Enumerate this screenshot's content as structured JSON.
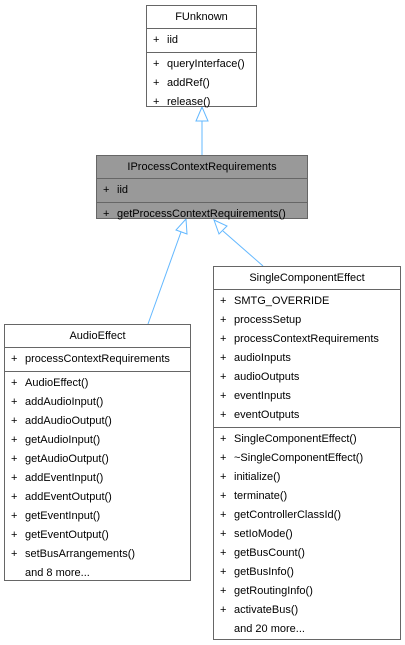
{
  "classes": {
    "funknown": {
      "name": "FUnknown",
      "attributes": [
        {
          "vis": "+",
          "name": "iid"
        }
      ],
      "methods": [
        {
          "vis": "+",
          "name": "queryInterface()"
        },
        {
          "vis": "+",
          "name": "addRef()"
        },
        {
          "vis": "+",
          "name": "release()"
        }
      ]
    },
    "iprocess": {
      "name": "IProcessContextRequirements",
      "attributes": [
        {
          "vis": "+",
          "name": "iid"
        }
      ],
      "methods": [
        {
          "vis": "+",
          "name": "getProcessContextRequirements()"
        }
      ]
    },
    "audioeffect": {
      "name": "AudioEffect",
      "attributes": [
        {
          "vis": "+",
          "name": "processContextRequirements"
        }
      ],
      "methods": [
        {
          "vis": "+",
          "name": "AudioEffect()"
        },
        {
          "vis": "+",
          "name": "addAudioInput()"
        },
        {
          "vis": "+",
          "name": "addAudioOutput()"
        },
        {
          "vis": "+",
          "name": "getAudioInput()"
        },
        {
          "vis": "+",
          "name": "getAudioOutput()"
        },
        {
          "vis": "+",
          "name": "addEventInput()"
        },
        {
          "vis": "+",
          "name": "addEventOutput()"
        },
        {
          "vis": "+",
          "name": "getEventInput()"
        },
        {
          "vis": "+",
          "name": "getEventOutput()"
        },
        {
          "vis": "+",
          "name": "setBusArrangements()"
        },
        {
          "vis": "",
          "name": "and 8 more..."
        }
      ]
    },
    "single": {
      "name": "SingleComponentEffect",
      "attributes": [
        {
          "vis": "+",
          "name": "SMTG_OVERRIDE"
        },
        {
          "vis": "+",
          "name": "processSetup"
        },
        {
          "vis": "+",
          "name": "processContextRequirements"
        },
        {
          "vis": "+",
          "name": "audioInputs"
        },
        {
          "vis": "+",
          "name": "audioOutputs"
        },
        {
          "vis": "+",
          "name": "eventInputs"
        },
        {
          "vis": "+",
          "name": "eventOutputs"
        }
      ],
      "methods": [
        {
          "vis": "+",
          "name": "SingleComponentEffect()"
        },
        {
          "vis": "+",
          "name": "~SingleComponentEffect()"
        },
        {
          "vis": "+",
          "name": "initialize()"
        },
        {
          "vis": "+",
          "name": "terminate()"
        },
        {
          "vis": "+",
          "name": "getControllerClassId()"
        },
        {
          "vis": "+",
          "name": "setIoMode()"
        },
        {
          "vis": "+",
          "name": "getBusCount()"
        },
        {
          "vis": "+",
          "name": "getBusInfo()"
        },
        {
          "vis": "+",
          "name": "getRoutingInfo()"
        },
        {
          "vis": "+",
          "name": "activateBus()"
        },
        {
          "vis": "",
          "name": "and 20 more..."
        }
      ]
    }
  },
  "colors": {
    "edge": "#63b8ff",
    "border": "#666666",
    "highlight": "#999999"
  }
}
